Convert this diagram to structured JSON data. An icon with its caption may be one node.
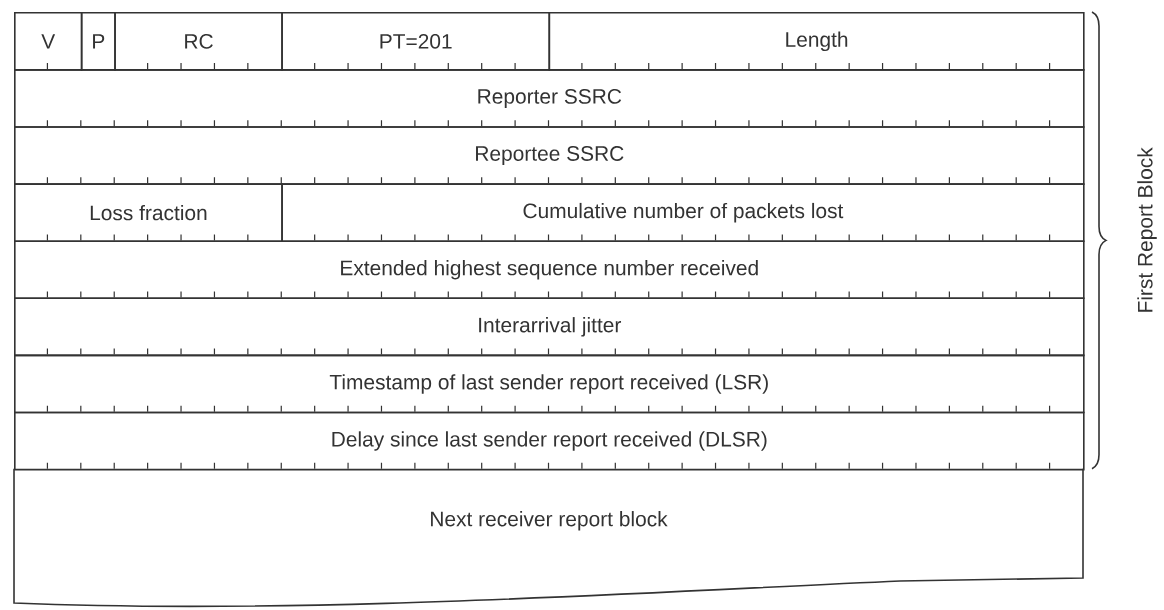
{
  "diagram": {
    "nodes": [
      {
        "text": [
          "V"
        ]
      },
      {
        "text": [
          "P"
        ]
      },
      {
        "text": [
          "RC"
        ]
      },
      {
        "text": [
          "PT=201"
        ]
      },
      {
        "text": [
          "Length"
        ]
      },
      {
        "text": [
          "Reporter SSRC"
        ]
      },
      {
        "text": [
          "Reportee SSRC"
        ]
      },
      {
        "text": [
          "Loss fraction"
        ]
      },
      {
        "text": [
          "Cumulative number of packets lost"
        ]
      },
      {
        "text": [
          "Extended highest sequence number received"
        ]
      },
      {
        "text": [
          "Interarrival jitter"
        ]
      },
      {
        "text": [
          "Timestamp of last sender report received (LSR)"
        ]
      },
      {
        "text": [
          "Delay since last sender report received (DLSR)"
        ]
      },
      {
        "text": [
          "Next receiver report block"
        ]
      }
    ],
    "labels": [
      "First Report Block"
    ]
  }
}
